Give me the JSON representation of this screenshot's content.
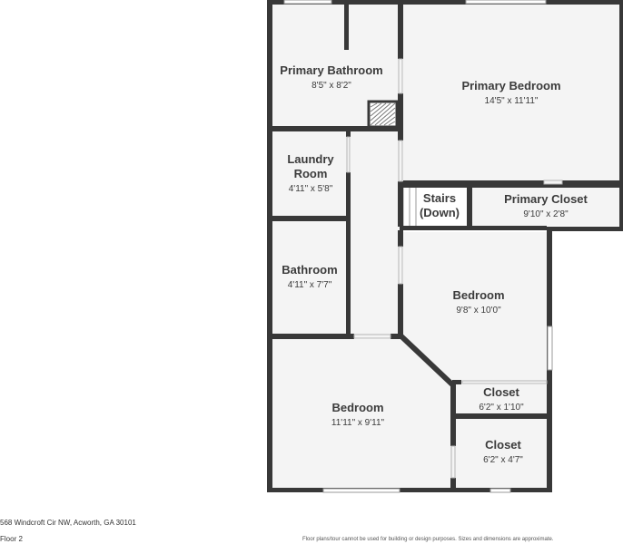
{
  "rooms": {
    "primary_bathroom": {
      "name": "Primary Bathroom",
      "dims": "8'5\" x 8'2\""
    },
    "primary_bedroom": {
      "name": "Primary Bedroom",
      "dims": "14'5\" x 11'11\""
    },
    "laundry_room": {
      "name_line1": "Laundry",
      "name_line2": "Room",
      "dims": "4'11\" x 5'8\""
    },
    "stairs": {
      "name_line1": "Stairs",
      "name_line2": "(Down)"
    },
    "primary_closet": {
      "name": "Primary Closet",
      "dims": "9'10\" x 2'8\""
    },
    "bathroom": {
      "name": "Bathroom",
      "dims": "4'11\" x 7'7\""
    },
    "bedroom_right": {
      "name": "Bedroom",
      "dims": "9'8\" x 10'0\""
    },
    "closet_upper": {
      "name": "Closet",
      "dims": "6'2\" x 1'10\""
    },
    "bedroom_lower": {
      "name": "Bedroom",
      "dims": "11'11\" x 9'11\""
    },
    "closet_lower": {
      "name": "Closet",
      "dims": "6'2\" x 4'7\""
    }
  },
  "footer": {
    "address": "568 Windcroft Cir NW, Acworth, GA 30101",
    "floor": "Floor 2",
    "disclaimer": "Floor plans/tour cannot be used for building or design purposes. Sizes and dimensions are approximate."
  }
}
